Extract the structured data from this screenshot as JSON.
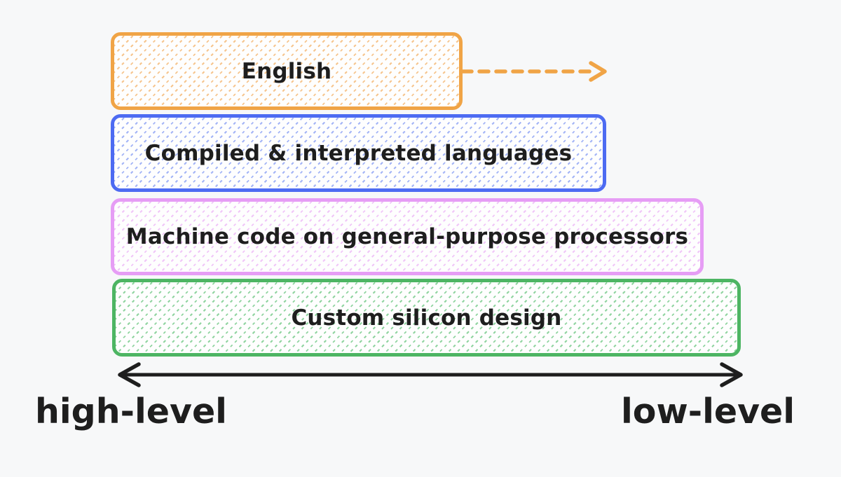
{
  "canvas": {
    "background": "#f7f8f9",
    "text_color": "#1e1e1e"
  },
  "stack": {
    "boxes": [
      {
        "label": "English",
        "border_color": "#f0a446",
        "hatch_color": "#f6c58e"
      },
      {
        "label": "Compiled & interpreted languages",
        "border_color": "#4d6bf2",
        "hatch_color": "#a3b4f6"
      },
      {
        "label": "Machine code on general-purpose processors",
        "border_color": "#e69df5",
        "hatch_color": "#f0c6f8"
      },
      {
        "label": "Custom silicon design",
        "border_color": "#4db563",
        "hatch_color": "#90d4a0"
      }
    ]
  },
  "arrows": {
    "dashed_arrow_color": "#f0a446",
    "axis_arrow_color": "#1e1e1e"
  },
  "axis": {
    "left_label": "high-level",
    "right_label": "low-level"
  }
}
